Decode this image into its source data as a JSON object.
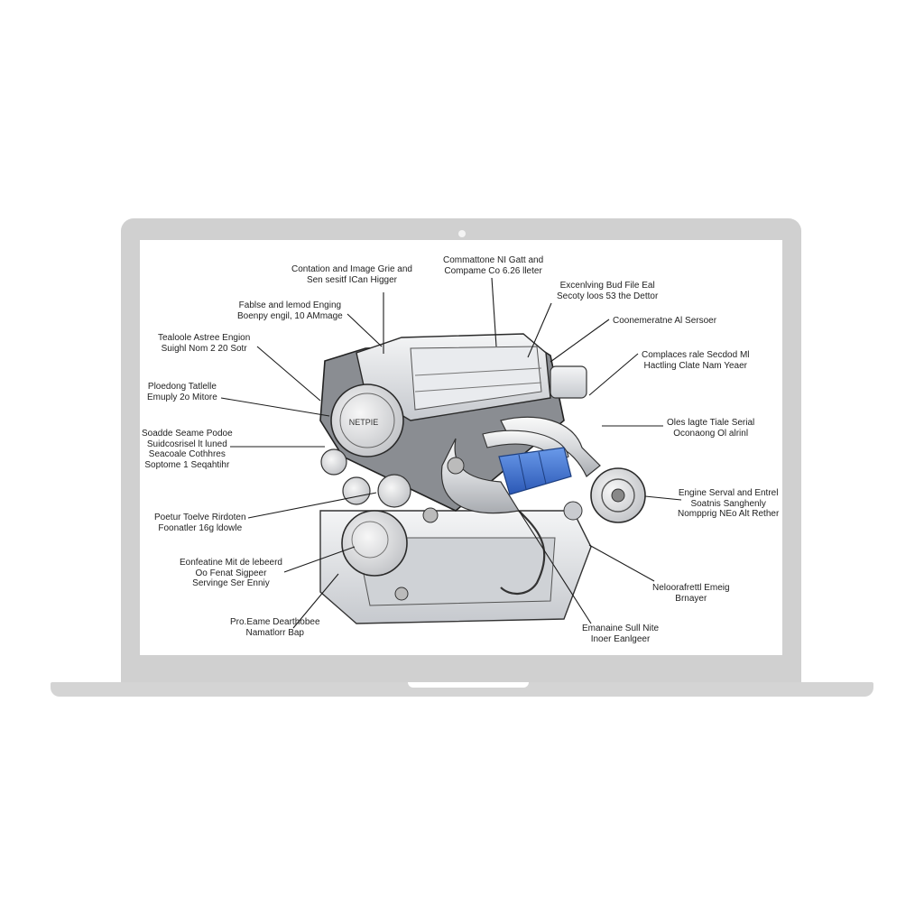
{
  "diagram": {
    "callouts": [
      {
        "id": "c1",
        "lines": [
          "Contation and Image Grie and",
          "Sen sesitf ICan Higger"
        ]
      },
      {
        "id": "c2",
        "lines": [
          "Commattone NI Gatt and",
          "Compame Co 6.26 lleter"
        ]
      },
      {
        "id": "c3",
        "lines": [
          "Excenlving Bud File Eal",
          "Secoty loos 53 the Dettor"
        ]
      },
      {
        "id": "c4",
        "lines": [
          "Fablse and lemod Enging",
          "Boenpy engil, 10 AMmage"
        ]
      },
      {
        "id": "c5",
        "lines": [
          "Coonemeratne Al Sersoer"
        ]
      },
      {
        "id": "c6",
        "lines": [
          "Tealoole Astree Engion",
          "Suighl Nom 2 20 Sotr"
        ]
      },
      {
        "id": "c7",
        "lines": [
          "Complaces rale Secdod Ml",
          "Hactling Clate Nam Yeaer"
        ]
      },
      {
        "id": "c8",
        "lines": [
          "Ploedong Tatlelle",
          "Emuply 2o Mitore"
        ]
      },
      {
        "id": "c9",
        "lines": [
          "Oles lagte Tiale Serial",
          "Oconaong Ol alrinl"
        ]
      },
      {
        "id": "c10",
        "lines": [
          "Soadde Seame Podoe",
          "Suidcosrisel lt luned",
          "Seacoale Cothhres",
          "Soptome 1 Seqahtihr"
        ]
      },
      {
        "id": "c11",
        "lines": [
          "Engine Serval and Entrel",
          "Soatnis Sanghenly",
          "Nompprig NEo Alt Rether"
        ]
      },
      {
        "id": "c12",
        "lines": [
          "Poetur Toelve Rirdoten",
          "Foonatler 16g ldowle"
        ]
      },
      {
        "id": "c13",
        "lines": [
          "Eonfeatine Mit de lebeerd",
          "Oo Fenat Sigpeer",
          "Servinge Ser Enniy"
        ]
      },
      {
        "id": "c14",
        "lines": [
          "Neloorafrettl Emeig",
          "Brnayer"
        ]
      },
      {
        "id": "c15",
        "lines": [
          "Pro.Eame Dearthobee",
          "Namatlorr Bap"
        ]
      },
      {
        "id": "c16",
        "lines": [
          "Emanaine Sull Nite",
          "Inoer Eanlgeer"
        ]
      }
    ],
    "engine_label": "NETPIE",
    "colors": {
      "accent": "#3a6fd0",
      "outline": "#2a2a2a",
      "metal": "#dfe2e6",
      "frame": "#d0d0d0"
    }
  }
}
